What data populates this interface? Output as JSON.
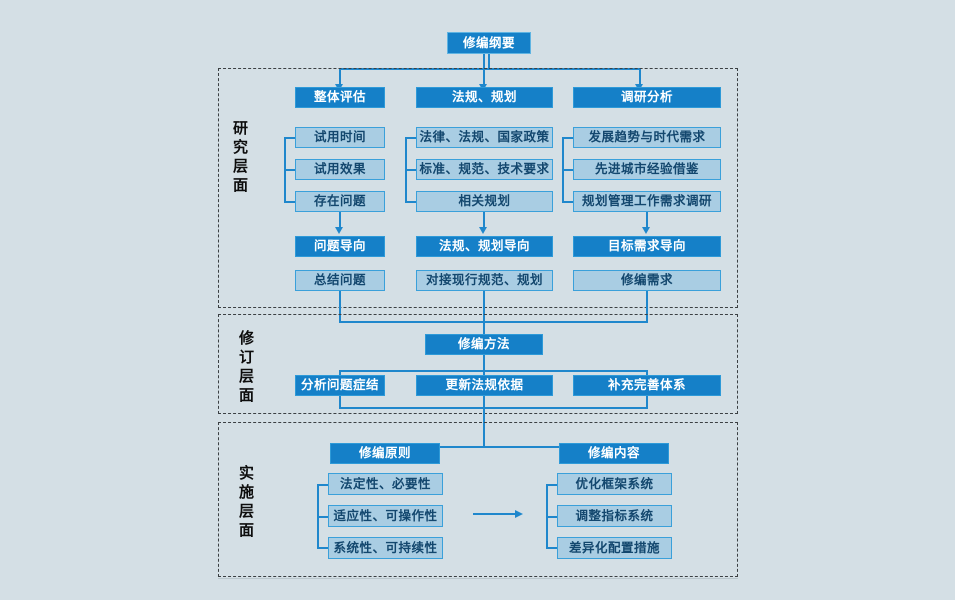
{
  "diagram": {
    "title_box": {
      "label": "修编纲要"
    },
    "layers": [
      {
        "id": "research",
        "label": "研究层面",
        "columns": [
          {
            "header": "整体评估",
            "items": [
              "试用时间",
              "试用效果",
              "存在问题"
            ],
            "orientation": "问题导向",
            "result": "总结问题"
          },
          {
            "header": "法规、规划",
            "items": [
              "法律、法规、国家政策",
              "标准、规范、技术要求",
              "相关规划"
            ],
            "orientation": "法规、规划导向",
            "result": "对接现行规范、规划"
          },
          {
            "header": "调研分析",
            "items": [
              "发展趋势与时代需求",
              "先进城市经验借鉴",
              "规划管理工作需求调研"
            ],
            "orientation": "目标需求导向",
            "result": "修编需求"
          }
        ]
      },
      {
        "id": "revision",
        "label": "修订层面",
        "header": "修编方法",
        "items": [
          "分析问题症结",
          "更新法规依据",
          "补充完善体系"
        ]
      },
      {
        "id": "implementation",
        "label": "实施层面",
        "groups": [
          {
            "header": "修编原则",
            "items": [
              "法定性、必要性",
              "适应性、可操作性",
              "系统性、可持续性"
            ]
          },
          {
            "header": "修编内容",
            "items": [
              "优化框架系统",
              "调整指标系统",
              "差异化配置措施"
            ]
          }
        ],
        "connector_icon": "arrow-right-icon"
      }
    ],
    "colors": {
      "background": "#d4dfe5",
      "box_dark": "#1580c8",
      "box_light": "#a9cde3",
      "box_light_border": "#3aa0da",
      "connector": "#1f87cc",
      "layer_border": "#3b4043",
      "label_text": "#0d0d0d",
      "light_text": "#13476e"
    }
  }
}
